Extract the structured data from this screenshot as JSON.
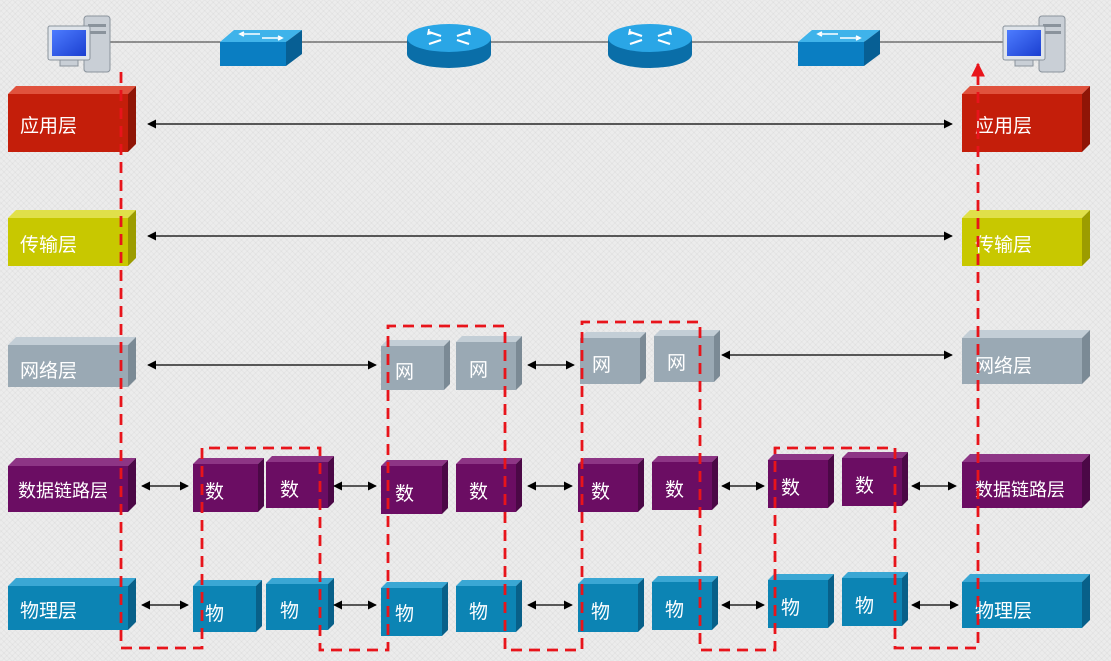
{
  "layers": {
    "application": "应用层",
    "transport": "传输层",
    "network": "网络层",
    "datalink": "数据链路层",
    "physical": "物理层"
  },
  "short": {
    "network": "网",
    "datalink": "数",
    "physical": "物"
  },
  "colors": {
    "application": "#c41e0a",
    "transport": "#c8c800",
    "network": "#9aa9b4",
    "datalink": "#6b0d63",
    "physical": "#0c84b4",
    "path": "#e8141b",
    "arrow": "#000000"
  },
  "icons": {
    "host_left": "computer-icon",
    "switch_1": "switch-icon",
    "router_1": "router-icon",
    "router_2": "router-icon",
    "switch_2": "switch-icon",
    "host_right": "computer-icon"
  }
}
